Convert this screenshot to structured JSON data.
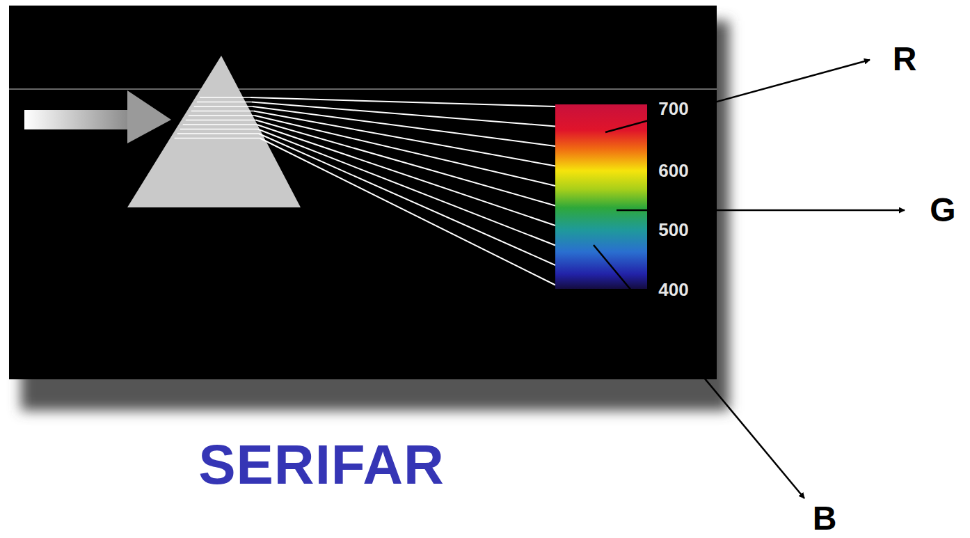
{
  "diagram": {
    "title": "SERIFAR",
    "labels": [
      "700",
      "600",
      "500",
      "400",
      "R",
      "G",
      "B"
    ]
  }
}
